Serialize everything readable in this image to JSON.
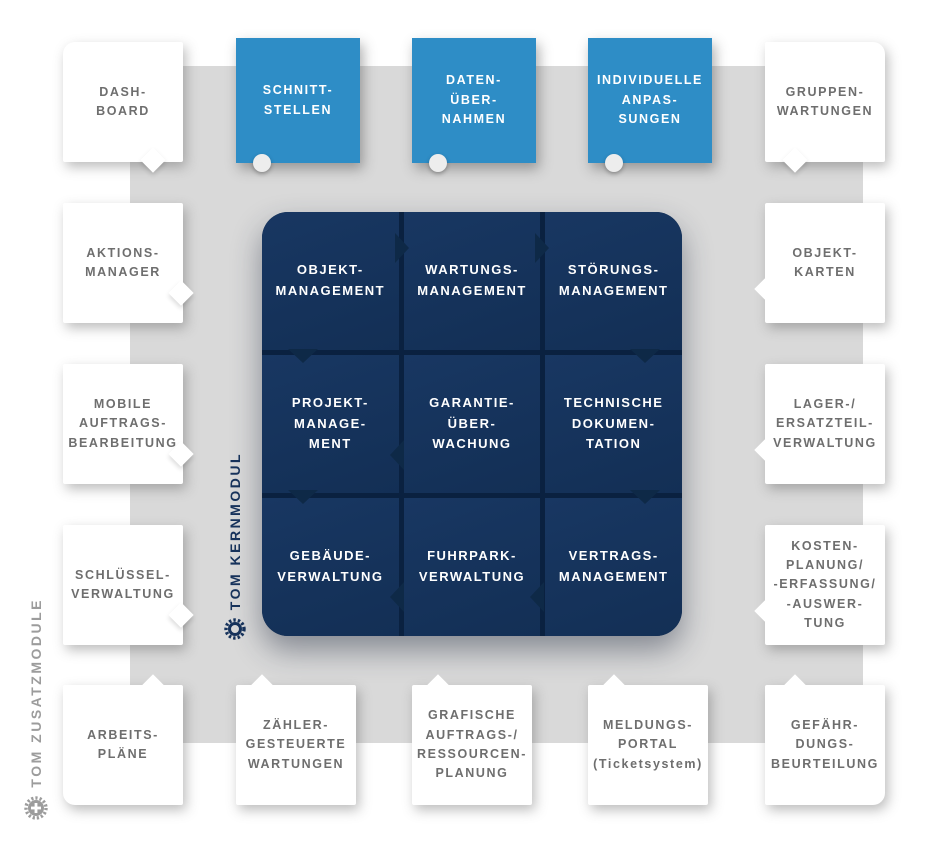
{
  "diagram_title": "TOM module overview diagram",
  "side_labels": {
    "kernmodul": "TOM KERNMODUL",
    "zusatzmodule": "TOM ZUSATZMODULE"
  },
  "core_modules": [
    {
      "id": "objekt-management",
      "label": "OBJEKT-\nMANAGEMENT"
    },
    {
      "id": "wartungs-management",
      "label": "WARTUNGS-\nMANAGEMENT"
    },
    {
      "id": "stoerungs-management",
      "label": "STÖRUNGS-\nMANAGEMENT"
    },
    {
      "id": "projekt-management",
      "label": "PROJEKT-\nMANAGE-\nMENT"
    },
    {
      "id": "garantie-ueberwachung",
      "label": "GARANTIE-\nÜBER-\nWACHUNG"
    },
    {
      "id": "technische-dokumentation",
      "label": "TECHNISCHE\nDOKUMEN-\nTATION"
    },
    {
      "id": "gebaeude-verwaltung",
      "label": "GEBÄUDE-\nVERWALTUNG"
    },
    {
      "id": "fuhrpark-verwaltung",
      "label": "FUHRPARK-\nVERWALTUNG"
    },
    {
      "id": "vertrags-management",
      "label": "VERTRAGS-\nMANAGEMENT"
    }
  ],
  "addon_modules": [
    {
      "id": "dashboard",
      "label": "DASH-\nBOARD",
      "variant": "white"
    },
    {
      "id": "schnittstellen",
      "label": "SCHNITT-\nSTELLEN",
      "variant": "blue"
    },
    {
      "id": "datenuebernahmen",
      "label": "DATEN-\nÜBER-\nNAHMEN",
      "variant": "blue"
    },
    {
      "id": "individuelle-anpassungen",
      "label": "INDIVIDUELLE\nANPAS-\nSUNGEN",
      "variant": "blue"
    },
    {
      "id": "gruppenwartungen",
      "label": "GRUPPEN-\nWARTUNGEN",
      "variant": "white"
    },
    {
      "id": "aktionsmanager",
      "label": "AKTIONS-\nMANAGER",
      "variant": "white"
    },
    {
      "id": "objektkarten",
      "label": "OBJEKT-\nKARTEN",
      "variant": "white"
    },
    {
      "id": "mobile-auftragsbearbeitung",
      "label": "MOBILE\nAUFTRAGS-\nBEARBEITUNG",
      "variant": "white"
    },
    {
      "id": "lager-ersatzteilverwaltung",
      "label": "LAGER-/\nERSATZTEIL-\nVERWALTUNG",
      "variant": "white"
    },
    {
      "id": "schluesselverwaltung",
      "label": "SCHLÜSSEL-\nVERWALTUNG",
      "variant": "white"
    },
    {
      "id": "kostenplanung",
      "label": "KOSTEN-\nPLANUNG/\n-ERFASSUNG/\n-AUSWER-\nTUNG",
      "variant": "white"
    },
    {
      "id": "arbeitsplaene",
      "label": "ARBEITS-\nPLÄNE",
      "variant": "white"
    },
    {
      "id": "zaehlergesteuerte-wartungen",
      "label": "ZÄHLER-\nGESTEUERTE\nWARTUNGEN",
      "variant": "white"
    },
    {
      "id": "grafische-planung",
      "label": "GRAFISCHE\nAUFTRAGS-/\nRESSOURCEN-\nPLANUNG",
      "variant": "white"
    },
    {
      "id": "meldungsportal",
      "label": "MELDUNGS-\nPORTAL\n(Ticketsystem)",
      "variant": "white"
    },
    {
      "id": "gefaehrdungsbeurteilung",
      "label": "GEFÄHR-\nDUNGS-\nBEURTEILUNG",
      "variant": "white"
    }
  ],
  "colors": {
    "accent_blue": "#2e8dc6",
    "core_navy": "#16345c",
    "core_navy_dark": "#0a2140",
    "band_gray": "#d9d9d9",
    "addon_text_gray": "#6e6e6e",
    "zusatz_label_gray": "#9c9c9c",
    "kern_label_navy": "#17335c"
  },
  "icons": {
    "kernmodul_icon": "gear-ring-icon",
    "zusatzmodule_icon": "gear-plus-icon"
  }
}
